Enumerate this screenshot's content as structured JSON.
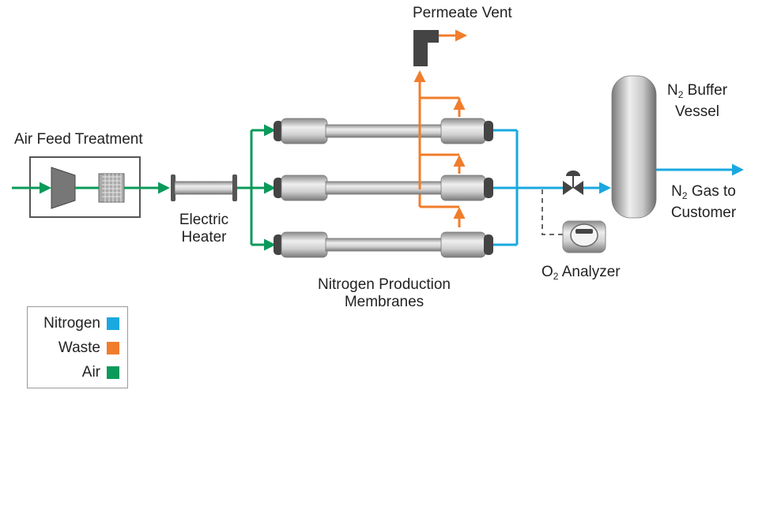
{
  "labels": {
    "permeate_vent": "Permeate Vent",
    "air_feed_treatment": "Air Feed Treatment",
    "electric_heater_line1": "Electric",
    "electric_heater_line2": "Heater",
    "membranes_line1": "Nitrogen Production",
    "membranes_line2": "Membranes",
    "buffer_n": "N",
    "buffer_sub": "2",
    "buffer_line1_rest": " Buffer",
    "buffer_line2": "Vessel",
    "gas_n": "N",
    "gas_sub": "2",
    "gas_line1_rest": " Gas to",
    "gas_line2": "Customer",
    "analyzer_o": "O",
    "analyzer_sub": "2",
    "analyzer_rest": " Analyzer"
  },
  "legend": [
    {
      "label": "Nitrogen",
      "color": "#1aa8e0"
    },
    {
      "label": "Waste",
      "color": "#f07d2b"
    },
    {
      "label": "Air",
      "color": "#0a9a5a"
    }
  ],
  "colors": {
    "nitrogen": "#1aa8e0",
    "waste": "#f07d2b",
    "air": "#0a9a5a",
    "equipment_dark": "#555555",
    "equipment_light": "#d8d8d8"
  },
  "icons": [
    "compressor-icon",
    "filter-icon",
    "valve-icon",
    "analyzer-dial-icon"
  ]
}
